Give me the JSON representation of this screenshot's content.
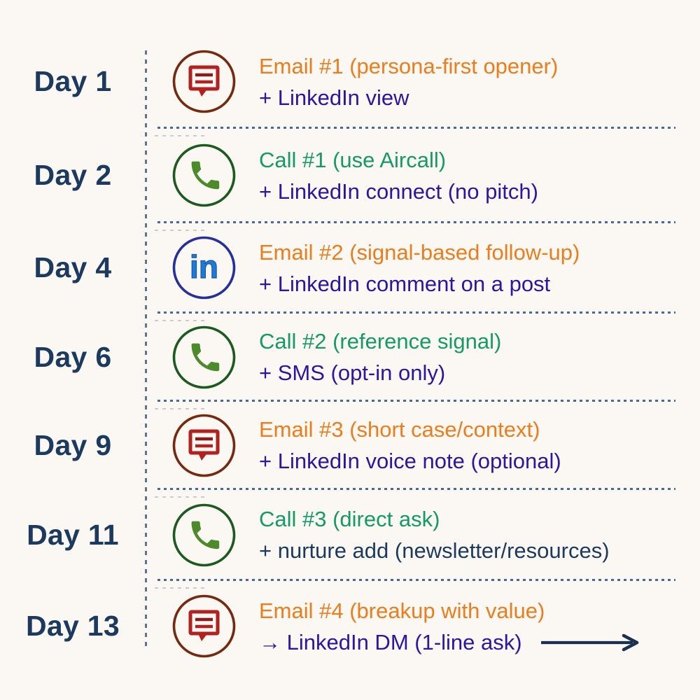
{
  "colors": {
    "day_navy": "#1C3A5E",
    "email_orange": "#ED7D1C",
    "call_green": "#149A68",
    "linkedin_indigo": "#2B16A2",
    "nurture_navy": "#1C3A5E",
    "arrow_navy": "#1B2F4E",
    "separator_blue": "#47689A",
    "message_icon_ring": "#76290F",
    "message_icon_glyph": "#B32020",
    "phone_icon_ring": "#1C5B1F",
    "phone_icon_glyph": "#4C8A2C",
    "linkedin_icon_ring": "#25309C",
    "linkedin_icon_glyph": "#1E7CD0",
    "background": "#FBF8F3"
  },
  "rows": [
    {
      "day": "Day 1",
      "icon": "message",
      "line1": {
        "text": "Email #1 (persona-first opener)",
        "color": "email_orange"
      },
      "line2": {
        "text": "+ LinkedIn view",
        "color": "linkedin_indigo"
      },
      "trailing_arrow": false
    },
    {
      "day": "Day 2",
      "icon": "phone",
      "line1": {
        "text": "Call #1 (use Aircall)",
        "color": "call_green"
      },
      "line2": {
        "text": "+ LinkedIn connect (no pitch)",
        "color": "linkedin_indigo"
      },
      "trailing_arrow": false
    },
    {
      "day": "Day 4",
      "icon": "linkedin",
      "line1": {
        "text": "Email #2 (signal-based follow-up)",
        "color": "email_orange"
      },
      "line2": {
        "text": "+ LinkedIn comment on a post",
        "color": "linkedin_indigo"
      },
      "trailing_arrow": false
    },
    {
      "day": "Day 6",
      "icon": "phone",
      "line1": {
        "text": "Call #2 (reference signal)",
        "color": "call_green"
      },
      "line2": {
        "text": "+ SMS (opt-in only)",
        "color": "linkedin_indigo"
      },
      "trailing_arrow": false
    },
    {
      "day": "Day 9",
      "icon": "message",
      "line1": {
        "text": "Email #3 (short case/context)",
        "color": "email_orange"
      },
      "line2": {
        "text": "+ LinkedIn voice note (optional)",
        "color": "linkedin_indigo"
      },
      "trailing_arrow": false
    },
    {
      "day": "Day 11",
      "icon": "phone",
      "line1": {
        "text": "Call #3 (direct ask)",
        "color": "call_green"
      },
      "line2": {
        "text": "+ nurture add (newsletter/resources)",
        "color": "nurture_navy"
      },
      "trailing_arrow": false
    },
    {
      "day": "Day 13",
      "icon": "message",
      "line1": {
        "text": "Email #4 (breakup with value)",
        "color": "email_orange"
      },
      "line2": {
        "text": "→ LinkedIn DM (1-line ask)",
        "color": "linkedin_indigo"
      },
      "trailing_arrow": true
    }
  ]
}
